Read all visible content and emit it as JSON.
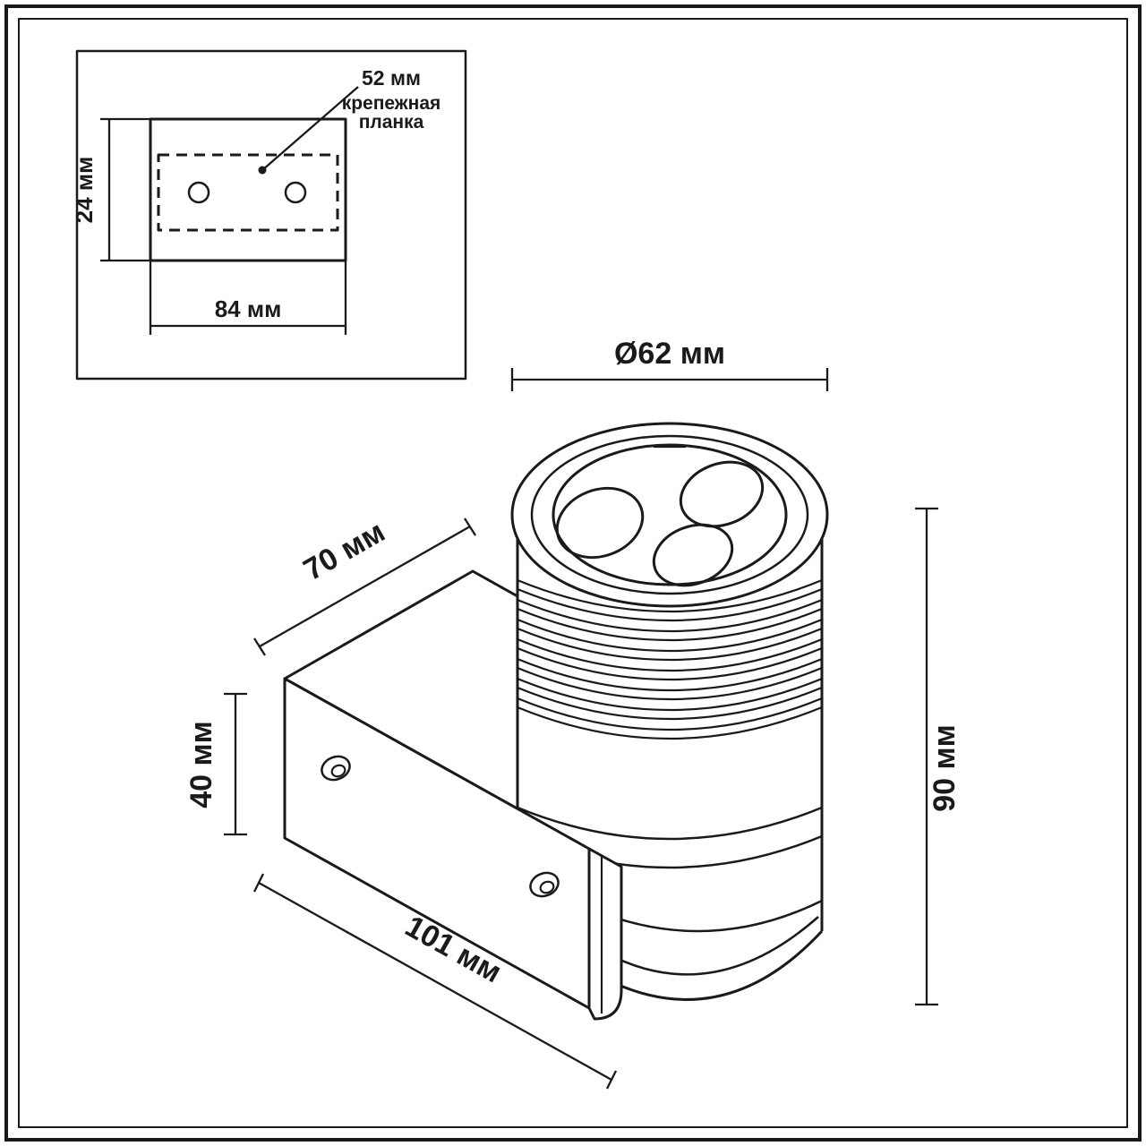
{
  "drawing": {
    "title": "wall-spot-luminaire-dimension-drawing",
    "colors": {
      "line": "#1a1a1a",
      "background": "#ffffff"
    },
    "inset": {
      "dim_height": "24 мм",
      "dim_width": "84 мм",
      "dim_plate_width": "52 мм",
      "caption_line1": "крепежная",
      "caption_line2": "планка"
    },
    "main": {
      "dim_diameter": "Ø62 мм",
      "dim_depth": "70 мм",
      "dim_bracket_height": "40 мм",
      "dim_length": "101 мм",
      "dim_height": "90 мм"
    }
  }
}
